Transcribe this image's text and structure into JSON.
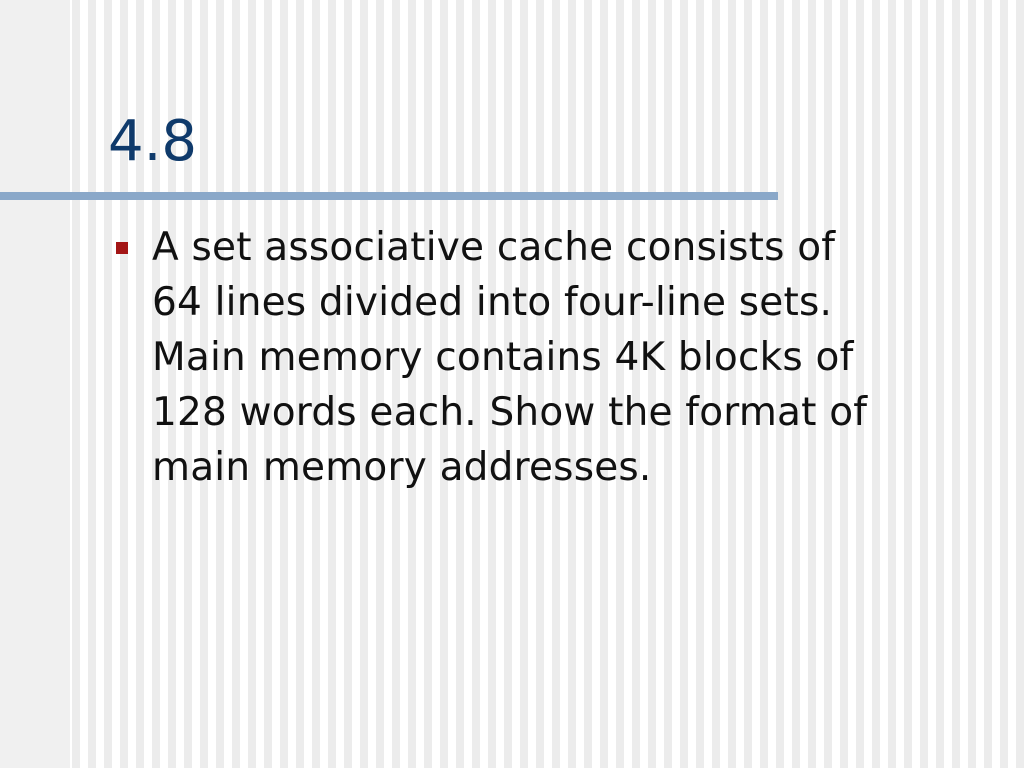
{
  "slide": {
    "title": "4.8",
    "bullets": [
      {
        "marker": "square-bullet-icon",
        "lines": [
          "A set associative cache consists of",
          "64 lines divided into four-line sets.",
          "Main memory contains 4K blocks of",
          "128 words each. Show the format of",
          "main memory addresses."
        ]
      }
    ]
  },
  "colors": {
    "title": "#0f3a6b",
    "rule": "#8aa8c9",
    "bullet": "#a31515",
    "text": "#111111"
  }
}
